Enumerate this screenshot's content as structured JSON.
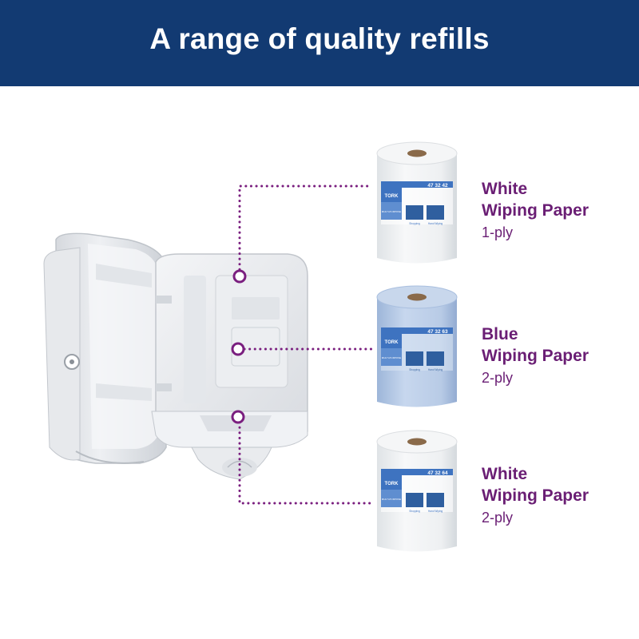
{
  "header": {
    "title": "A range of quality refills"
  },
  "colors": {
    "banner": "#123a72",
    "accent": "#7a1f7f",
    "label_text": "#6a1e74",
    "roll_white": "#f3f5f6",
    "roll_blue": "#b9cde8",
    "wrapper_band": "#3e73c0"
  },
  "products": [
    {
      "name_line1": "White",
      "name_line2": "Wiping Paper",
      "ply": "1-ply",
      "code": "47 32 42",
      "brand": "TORK",
      "category": "MULTI-PURPOSE",
      "icons": [
        "Shopping",
        "Hand Wiping"
      ]
    },
    {
      "name_line1": "Blue",
      "name_line2": "Wiping Paper",
      "ply": "2-ply",
      "code": "47 32 63",
      "brand": "TORK",
      "category": "MULTI-PURPOSE",
      "icons": [
        "Shopping",
        "Hand Wiping"
      ]
    },
    {
      "name_line1": "White",
      "name_line2": "Wiping Paper",
      "ply": "2-ply",
      "code": "47 32 64",
      "brand": "TORK",
      "category": "MULTI-PURPOSE",
      "icons": [
        "Shopping",
        "Hand Wiping"
      ]
    }
  ]
}
